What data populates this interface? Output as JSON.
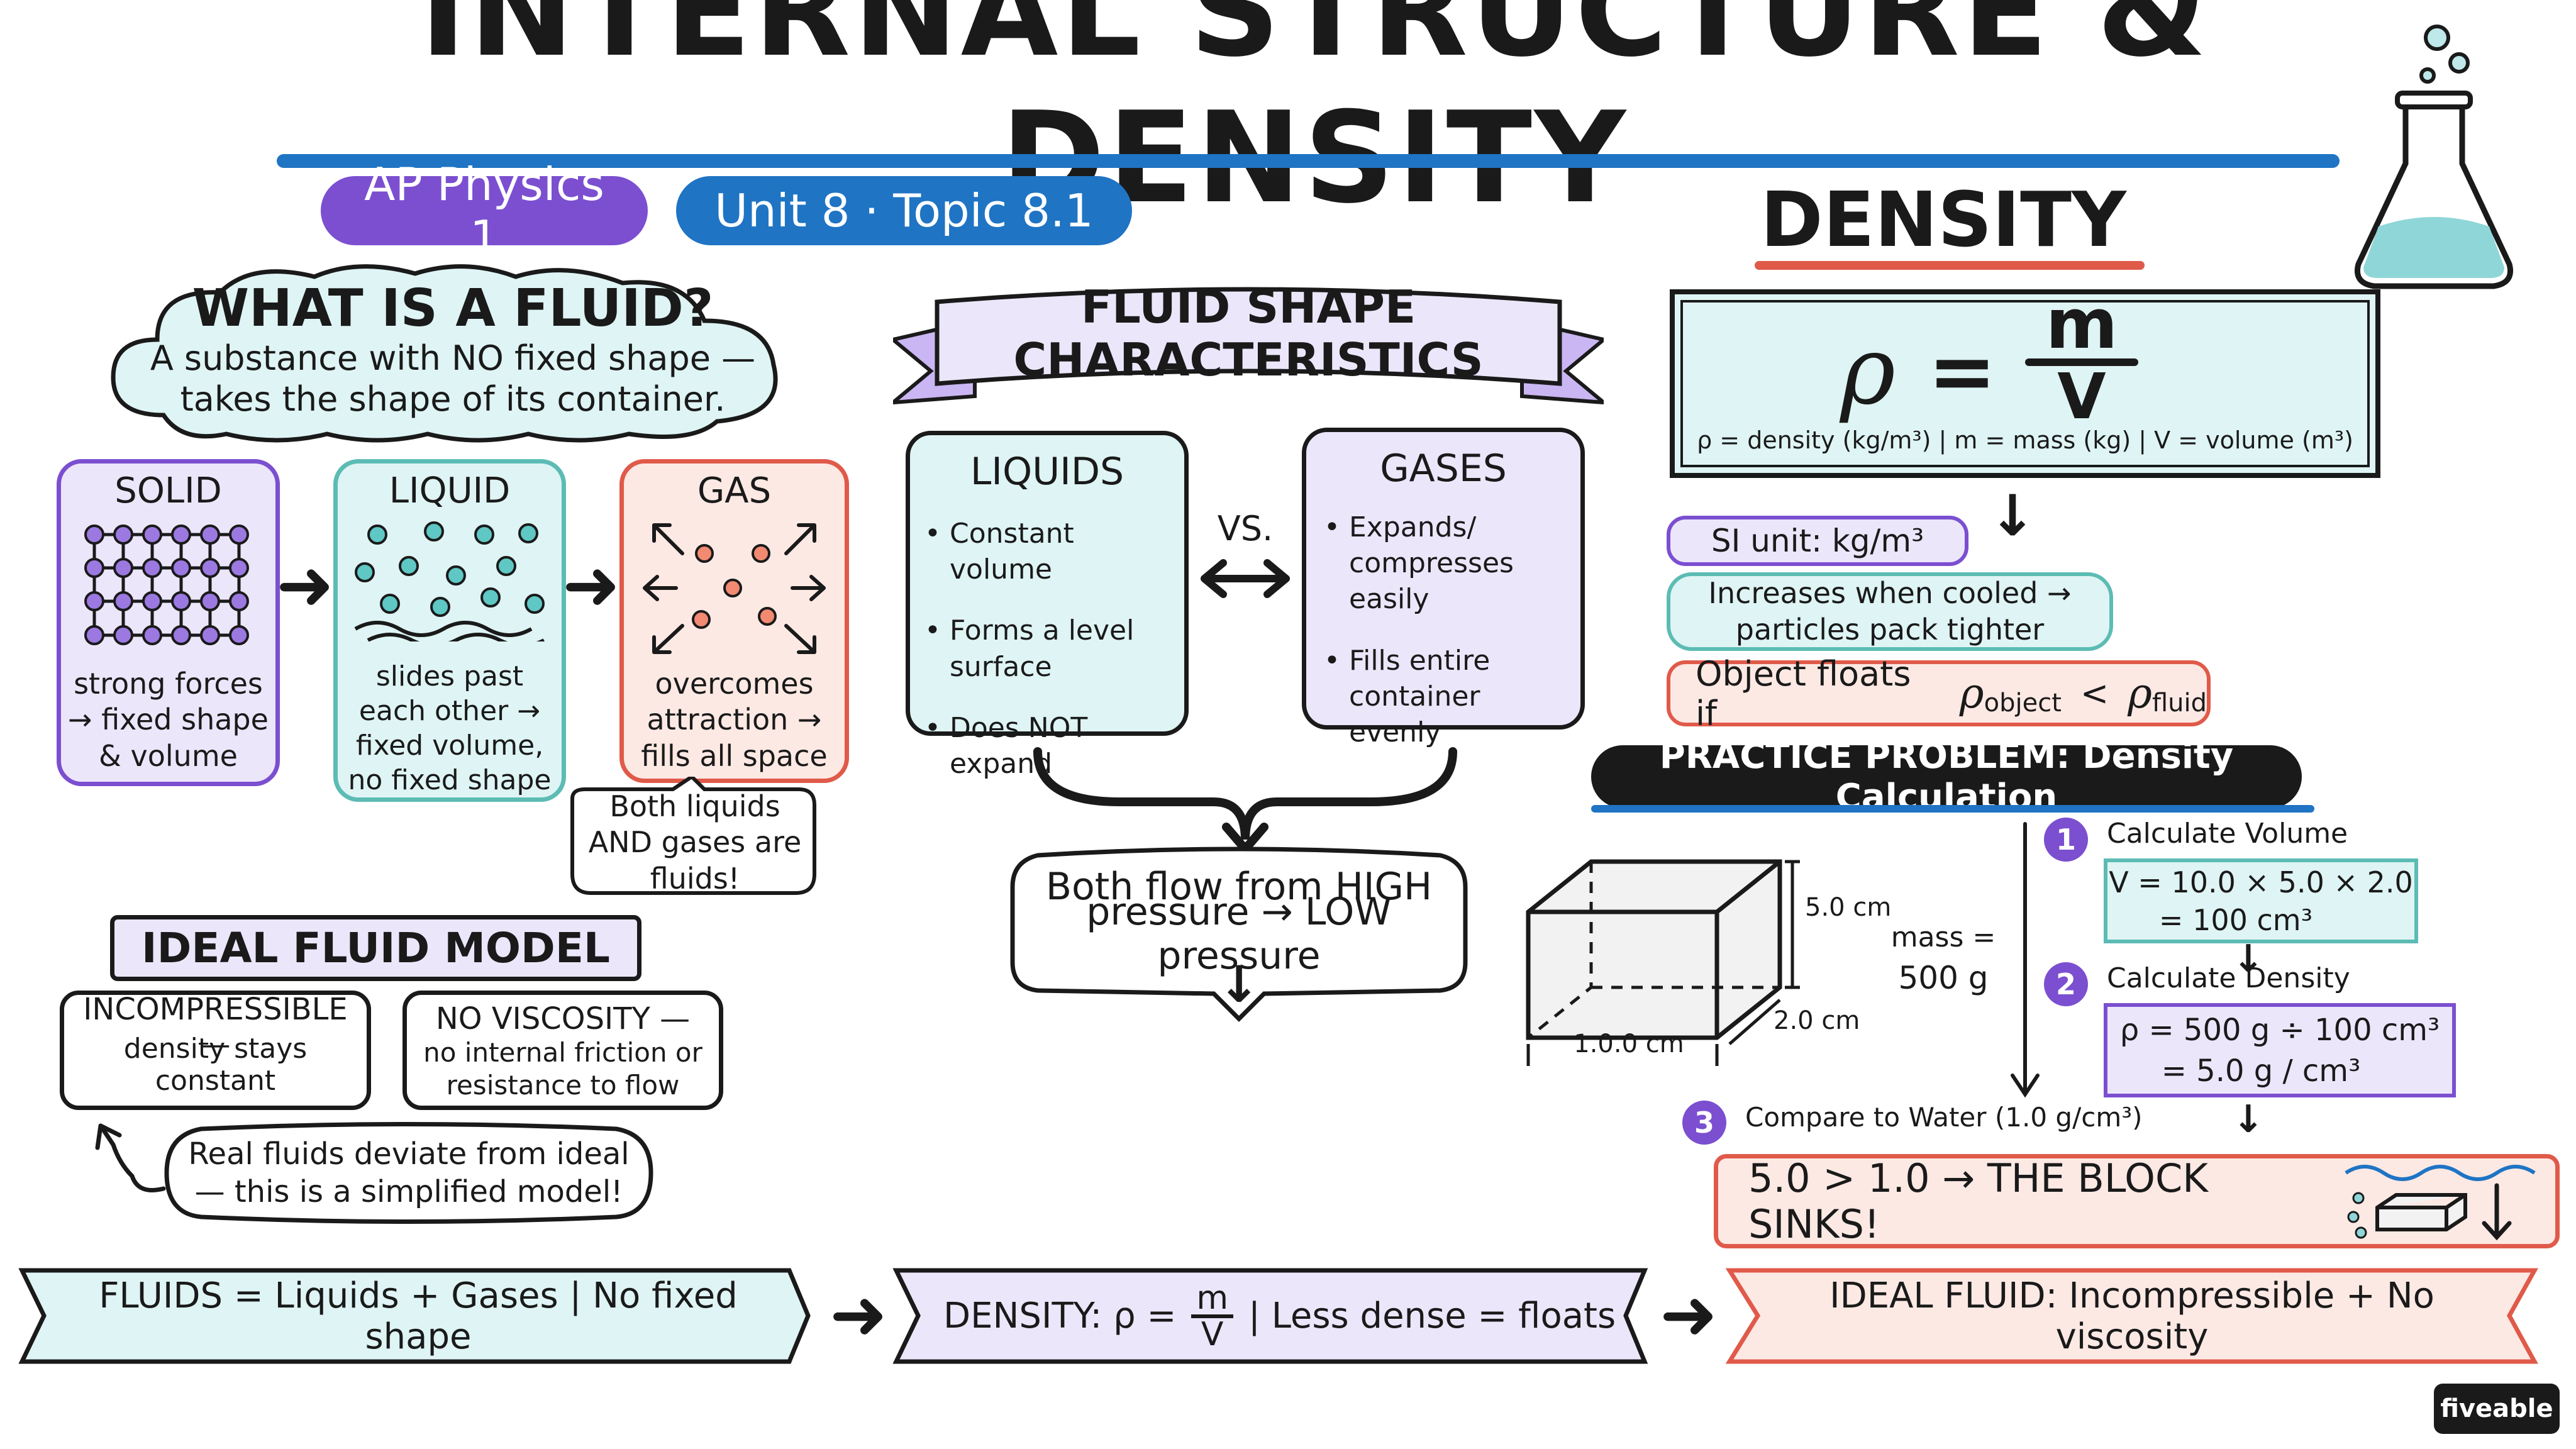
{
  "title": "INTERNAL STRUCTURE & DENSITY",
  "tags": {
    "course": "AP Physics 1",
    "unit": "Unit 8 · Topic 8.1"
  },
  "fluid": {
    "heading": "WHAT IS A FLUID?",
    "definition_line1": "A substance with NO fixed shape —",
    "definition_line2": "takes the shape of its container."
  },
  "states": [
    {
      "name": "SOLID",
      "desc": "strong forces → fixed shape & volume"
    },
    {
      "name": "LIQUID",
      "desc": "slides past each other → fixed volume, no fixed shape"
    },
    {
      "name": "GAS",
      "desc": "overcomes attraction → fills all space"
    }
  ],
  "both_fluids_note": "Both liquids AND gases are fluids!",
  "shape_chars": {
    "banner": "FLUID SHAPE CHARACTERISTICS",
    "liquids": {
      "title": "LIQUIDS",
      "items": [
        "Constant volume",
        "Forms a level surface",
        "Does NOT expand"
      ]
    },
    "vs": "VS.",
    "gases": {
      "title": "GASES",
      "items": [
        "Expands/ compresses easily",
        "Fills entire container evenly"
      ]
    },
    "flow_line1": "Both flow from HIGH",
    "flow_line2": "pressure → LOW pressure"
  },
  "ideal": {
    "heading": "IDEAL FLUID MODEL",
    "incompressible_title": "INCOMPRESSIBLE —",
    "incompressible_desc": "density stays constant",
    "viscosity_title": "NO VISCOSITY —",
    "viscosity_desc": "no internal friction or resistance to flow",
    "note": "Real fluids deviate from ideal — this is a simplified model!"
  },
  "density": {
    "heading": "DENSITY",
    "rho": "ρ",
    "eq": "=",
    "m": "m",
    "v": "V",
    "legend": "ρ = density (kg/m³)  |  m = mass (kg)  |  V = volume (m³)",
    "si_unit": "SI unit:  kg/m³",
    "cooled": "Increases when cooled → particles pack tighter",
    "floats_prefix": "Object floats if",
    "floats_lhs": "ρ",
    "floats_lhs_sub": "object",
    "floats_op": "<",
    "floats_rhs": "ρ",
    "floats_rhs_sub": "fluid"
  },
  "practice": {
    "heading": "PRACTICE PROBLEM: Density Calculation",
    "height": "5.0 cm",
    "width": "1.0.0 cm",
    "depth": "2.0 cm",
    "mass_label": "mass =",
    "mass_value": "500 g",
    "step1_num": "1",
    "step1_title": "Calculate Volume",
    "step1_line1": "V = 10.0 × 5.0 × 2.0",
    "step1_line2": "= 100 cm³",
    "step2_num": "2",
    "step2_title": "Calculate Density",
    "step2_line1": "ρ = 500 g ÷ 100 cm³",
    "step2_line2": "= 5.0 g / cm³",
    "step3_num": "3",
    "step3_title": "Compare to Water (1.0 g/cm³)",
    "result": "5.0 > 1.0  →  THE BLOCK SINKS!"
  },
  "summary": {
    "fluids": "FLUIDS = Liquids + Gases | No fixed shape",
    "density_prefix": "DENSITY:  ρ =",
    "density_m": "m",
    "density_v": "V",
    "density_suffix": "| Less dense = floats",
    "ideal": "IDEAL FLUID:  Incompressible + No viscosity"
  },
  "brand": "fiveable",
  "colors": {
    "blue": "#1f74c4",
    "purple": "#7b4fd0",
    "teal": "#dff4f4",
    "lavender": "#ece6fb",
    "salmon": "#fde9e4",
    "red": "#e05a4a",
    "mint": "#5cbcb4"
  }
}
